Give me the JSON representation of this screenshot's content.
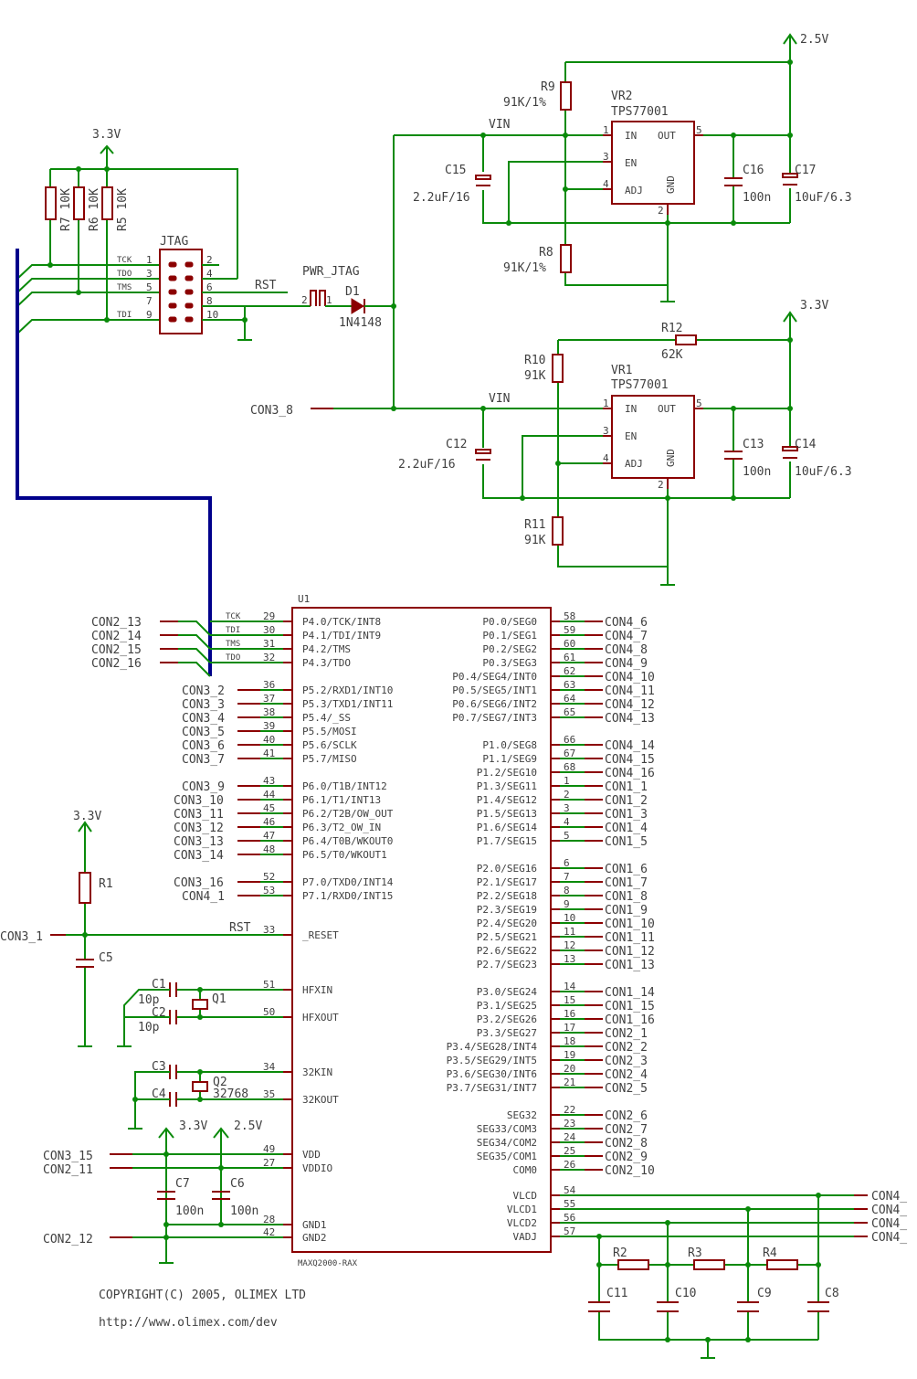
{
  "copyright": "COPYRIGHT(C) 2005, OLIMEX LTD",
  "url": "http://www.olimex.com/dev",
  "rails": {
    "v33": "3.3V",
    "v25": "2.5V",
    "vin": "VIN"
  },
  "jtag": {
    "ref": "JTAG",
    "left_pins": [
      "1",
      "3",
      "5",
      "7",
      "9"
    ],
    "right_pins": [
      "2",
      "4",
      "6",
      "8",
      "10"
    ],
    "signals": [
      "TCK",
      "TDO",
      "TMS",
      "TDI"
    ],
    "rst_label": "RST",
    "resistors": [
      {
        "ref": "R7",
        "value": "10K"
      },
      {
        "ref": "R6",
        "value": "10K"
      },
      {
        "ref": "R5",
        "value": "10K"
      }
    ]
  },
  "pwr_jtag": {
    "ref": "PWR_JTAG",
    "pin1": "1",
    "pin2": "2"
  },
  "diode": {
    "ref": "D1",
    "value": "1N4148"
  },
  "con3_8": "CON3_8",
  "vr2": {
    "ref": "VR2",
    "part": "TPS77001",
    "pins": {
      "in": "IN",
      "en": "EN",
      "adj": "ADJ",
      "out": "OUT",
      "gnd": "GND"
    },
    "pin_numbers": [
      "1",
      "3",
      "4",
      "5",
      "2"
    ],
    "r_top": {
      "ref": "R9",
      "value": "91K/1%"
    },
    "r_bot": {
      "ref": "R8",
      "value": "91K/1%"
    },
    "c_in": {
      "ref": "C15",
      "value": "2.2uF/16"
    },
    "c_out1": {
      "ref": "C16",
      "value": "100n"
    },
    "c_out2": {
      "ref": "C17",
      "value": "10uF/6.3"
    }
  },
  "vr1": {
    "ref": "VR1",
    "part": "TPS77001",
    "pins": {
      "in": "IN",
      "en": "EN",
      "adj": "ADJ",
      "out": "OUT",
      "gnd": "GND"
    },
    "pin_numbers": [
      "1",
      "3",
      "4",
      "5",
      "2"
    ],
    "r_top": {
      "ref": "R10",
      "value": "91K"
    },
    "r_bot": {
      "ref": "R11",
      "value": "91K"
    },
    "r_fb": {
      "ref": "R12",
      "value": "62K"
    },
    "c_in": {
      "ref": "C12",
      "value": "2.2uF/16"
    },
    "c_out1": {
      "ref": "C13",
      "value": "100n"
    },
    "c_out2": {
      "ref": "C14",
      "value": "10uF/6.3"
    }
  },
  "u1": {
    "ref": "U1",
    "part": "MAXQ2000-RAX",
    "left_pins": [
      {
        "num": "29",
        "name": "P4.0/TCK/INT8",
        "net": "CON2_13",
        "sig": "TCK"
      },
      {
        "num": "30",
        "name": "P4.1/TDI/INT9",
        "net": "CON2_14",
        "sig": "TDI"
      },
      {
        "num": "31",
        "name": "P4.2/TMS",
        "net": "CON2_15",
        "sig": "TMS"
      },
      {
        "num": "32",
        "name": "P4.3/TDO",
        "net": "CON2_16",
        "sig": "TDO"
      },
      {
        "num": "36",
        "name": "P5.2/RXD1/INT10",
        "net": "CON3_2"
      },
      {
        "num": "37",
        "name": "P5.3/TXD1/INT11",
        "net": "CON3_3"
      },
      {
        "num": "38",
        "name": "P5.4/_SS",
        "net": "CON3_4"
      },
      {
        "num": "39",
        "name": "P5.5/MOSI",
        "net": "CON3_5"
      },
      {
        "num": "40",
        "name": "P5.6/SCLK",
        "net": "CON3_6"
      },
      {
        "num": "41",
        "name": "P5.7/MISO",
        "net": "CON3_7"
      },
      {
        "num": "43",
        "name": "P6.0/T1B/INT12",
        "net": "CON3_9"
      },
      {
        "num": "44",
        "name": "P6.1/T1/INT13",
        "net": "CON3_10"
      },
      {
        "num": "45",
        "name": "P6.2/T2B/OW_OUT",
        "net": "CON3_11"
      },
      {
        "num": "46",
        "name": "P6.3/T2_OW_IN",
        "net": "CON3_12"
      },
      {
        "num": "47",
        "name": "P6.4/T0B/WKOUT0",
        "net": "CON3_13"
      },
      {
        "num": "48",
        "name": "P6.5/T0/WKOUT1",
        "net": "CON3_14"
      },
      {
        "num": "52",
        "name": "P7.0/TXD0/INT14",
        "net": "CON3_16"
      },
      {
        "num": "53",
        "name": "P7.1/RXD0/INT15",
        "net": "CON4_1"
      }
    ],
    "reset": {
      "num": "33",
      "name": "_RESET",
      "net": "RST"
    },
    "hfxin": {
      "num": "51",
      "name": "HFXIN"
    },
    "hfxout": {
      "num": "50",
      "name": "HFXOUT"
    },
    "k32in": {
      "num": "34",
      "name": "32KIN"
    },
    "k32out": {
      "num": "35",
      "name": "32KOUT"
    },
    "vdd": {
      "num": "49",
      "name": "VDD",
      "net": "CON3_15"
    },
    "vddio": {
      "num": "27",
      "name": "VDDIO",
      "net": "CON2_11"
    },
    "gnd1": {
      "num": "28",
      "name": "GND1"
    },
    "gnd2": {
      "num": "42",
      "name": "GND2",
      "net": "CON2_12"
    },
    "right_pins": [
      {
        "num": "58",
        "name": "P0.0/SEG0",
        "net": "CON4_6"
      },
      {
        "num": "59",
        "name": "P0.1/SEG1",
        "net": "CON4_7"
      },
      {
        "num": "60",
        "name": "P0.2/SEG2",
        "net": "CON4_8"
      },
      {
        "num": "61",
        "name": "P0.3/SEG3",
        "net": "CON4_9"
      },
      {
        "num": "62",
        "name": "P0.4/SEG4/INT0",
        "net": "CON4_10"
      },
      {
        "num": "63",
        "name": "P0.5/SEG5/INT1",
        "net": "CON4_11"
      },
      {
        "num": "64",
        "name": "P0.6/SEG6/INT2",
        "net": "CON4_12"
      },
      {
        "num": "65",
        "name": "P0.7/SEG7/INT3",
        "net": "CON4_13"
      },
      {
        "num": "66",
        "name": "P1.0/SEG8",
        "net": "CON4_14"
      },
      {
        "num": "67",
        "name": "P1.1/SEG9",
        "net": "CON4_15"
      },
      {
        "num": "68",
        "name": "P1.2/SEG10",
        "net": "CON4_16"
      },
      {
        "num": "1",
        "name": "P1.3/SEG11",
        "net": "CON1_1"
      },
      {
        "num": "2",
        "name": "P1.4/SEG12",
        "net": "CON1_2"
      },
      {
        "num": "3",
        "name": "P1.5/SEG13",
        "net": "CON1_3"
      },
      {
        "num": "4",
        "name": "P1.6/SEG14",
        "net": "CON1_4"
      },
      {
        "num": "5",
        "name": "P1.7/SEG15",
        "net": "CON1_5"
      },
      {
        "num": "6",
        "name": "P2.0/SEG16",
        "net": "CON1_6"
      },
      {
        "num": "7",
        "name": "P2.1/SEG17",
        "net": "CON1_7"
      },
      {
        "num": "8",
        "name": "P2.2/SEG18",
        "net": "CON1_8"
      },
      {
        "num": "9",
        "name": "P2.3/SEG19",
        "net": "CON1_9"
      },
      {
        "num": "10",
        "name": "P2.4/SEG20",
        "net": "CON1_10"
      },
      {
        "num": "11",
        "name": "P2.5/SEG21",
        "net": "CON1_11"
      },
      {
        "num": "12",
        "name": "P2.6/SEG22",
        "net": "CON1_12"
      },
      {
        "num": "13",
        "name": "P2.7/SEG23",
        "net": "CON1_13"
      },
      {
        "num": "14",
        "name": "P3.0/SEG24",
        "net": "CON1_14"
      },
      {
        "num": "15",
        "name": "P3.1/SEG25",
        "net": "CON1_15"
      },
      {
        "num": "16",
        "name": "P3.2/SEG26",
        "net": "CON1_16"
      },
      {
        "num": "17",
        "name": "P3.3/SEG27",
        "net": "CON2_1"
      },
      {
        "num": "18",
        "name": "P3.4/SEG28/INT4",
        "net": "CON2_2"
      },
      {
        "num": "19",
        "name": "P3.5/SEG29/INT5",
        "net": "CON2_3"
      },
      {
        "num": "20",
        "name": "P3.6/SEG30/INT6",
        "net": "CON2_4"
      },
      {
        "num": "21",
        "name": "P3.7/SEG31/INT7",
        "net": "CON2_5"
      },
      {
        "num": "22",
        "name": "SEG32",
        "net": "CON2_6"
      },
      {
        "num": "23",
        "name": "SEG33/COM3",
        "net": "CON2_7"
      },
      {
        "num": "24",
        "name": "SEG34/COM2",
        "net": "CON2_8"
      },
      {
        "num": "25",
        "name": "SEG35/COM1",
        "net": "CON2_9"
      },
      {
        "num": "26",
        "name": "COM0",
        "net": "CON2_10"
      },
      {
        "num": "54",
        "name": "VLCD",
        "net": "CON4_"
      },
      {
        "num": "55",
        "name": "VLCD1",
        "net": "CON4_"
      },
      {
        "num": "56",
        "name": "VLCD2",
        "net": "CON4_"
      },
      {
        "num": "57",
        "name": "VADJ",
        "net": "CON4_"
      }
    ]
  },
  "reset_circuit": {
    "r": "R1",
    "c": "C5",
    "net": "CON3_1",
    "rst": "RST"
  },
  "xtal_hf": {
    "ref": "Q1",
    "c1": "C1",
    "c2": "C2",
    "c1v": "10p",
    "c2v": "10p"
  },
  "xtal_32k": {
    "ref": "Q2",
    "value": "32768",
    "c3": "C3",
    "c4": "C4"
  },
  "decoupling": {
    "c7": "C7",
    "c7v": "100n",
    "c6": "C6",
    "c6v": "100n"
  },
  "lcd_ladder": {
    "resistors": [
      "R2",
      "R3",
      "R4"
    ],
    "caps": [
      "C11",
      "C10",
      "C9",
      "C8"
    ]
  }
}
